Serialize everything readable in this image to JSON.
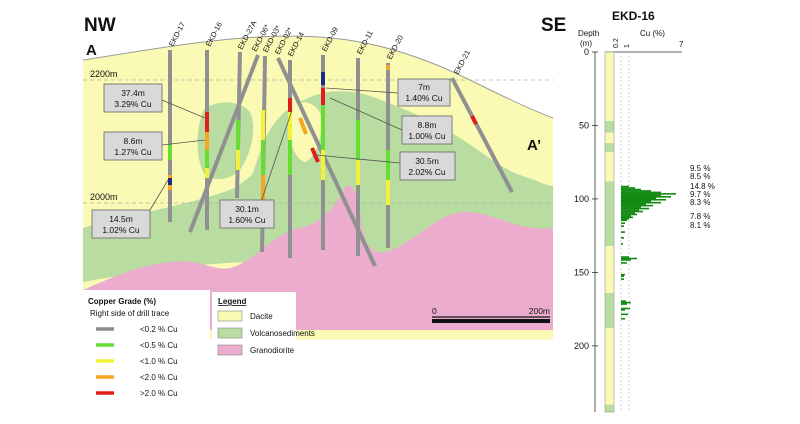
{
  "section": {
    "left_dir": "NW",
    "right_dir": "SE",
    "left_point": "A",
    "right_point": "A’",
    "elev_labels": [
      "2200m",
      "2000m"
    ],
    "holes": [
      "EKD-17",
      "EKD-16",
      "EKD-27A",
      "EKD-06*",
      "EKD-03*",
      "EKD-02*",
      "EKD-14",
      "EKD-09",
      "EKD-11",
      "EKD-20",
      "EKD-21"
    ],
    "intercepts": [
      {
        "len": "37.4m",
        "grade": "3.29% Cu"
      },
      {
        "len": "8.6m",
        "grade": "1.27% Cu"
      },
      {
        "len": "14.5m",
        "grade": "1.02% Cu"
      },
      {
        "len": "30.1m",
        "grade": "1.60% Cu"
      },
      {
        "len": "7m",
        "grade": "1.40% Cu"
      },
      {
        "len": "8.8m",
        "grade": "1.00% Cu"
      },
      {
        "len": "30.5m",
        "grade": "2.02% Cu"
      }
    ],
    "scale": {
      "start": "0",
      "end": "200m"
    }
  },
  "grade_legend": {
    "title": "Copper Grade (%)",
    "subtitle": "Right side of drill trace",
    "items": [
      {
        "label": "<0.2 % Cu",
        "color": "#8c8c8c"
      },
      {
        "label": "<0.5 % Cu",
        "color": "#66dd33"
      },
      {
        "label": "<1.0 % Cu",
        "color": "#f2f23a"
      },
      {
        "label": "<2.0 % Cu",
        "color": "#f5a623"
      },
      {
        "label": ">2.0 % Cu",
        "color": "#e01e1e"
      }
    ]
  },
  "rock_legend": {
    "title": "Legend",
    "items": [
      {
        "label": "Dacite",
        "color": "#fafab4"
      },
      {
        "label": "Volcanosediments",
        "color": "#b9dca0"
      },
      {
        "label": "Granodiorite",
        "color": "#ecaccd"
      }
    ]
  },
  "log": {
    "title": "EKD-16",
    "depth_label": "Depth",
    "depth_unit": "(m)",
    "cu_label": "Cu (%)",
    "scale_ticks": [
      "0.2",
      "1",
      "7"
    ],
    "depth_ticks": [
      0,
      50,
      100,
      150,
      200
    ],
    "depth_max": 245,
    "callouts": [
      "9.5 %",
      "8.5 %",
      "14.8 %",
      "9.7 %",
      "8.3 %",
      "7.8 %",
      "8.1 %"
    ],
    "lithology": [
      {
        "from": 0,
        "to": 47,
        "rock": "Dacite"
      },
      {
        "from": 47,
        "to": 55,
        "rock": "Volcanosediments"
      },
      {
        "from": 55,
        "to": 62,
        "rock": "Dacite"
      },
      {
        "from": 62,
        "to": 68,
        "rock": "Volcanosediments"
      },
      {
        "from": 68,
        "to": 88,
        "rock": "Dacite"
      },
      {
        "from": 88,
        "to": 132,
        "rock": "Volcanosediments"
      },
      {
        "from": 132,
        "to": 164,
        "rock": "Dacite"
      },
      {
        "from": 164,
        "to": 188,
        "rock": "Volcanosediments"
      },
      {
        "from": 188,
        "to": 240,
        "rock": "Dacite"
      },
      {
        "from": 240,
        "to": 245,
        "rock": "Volcanosediments"
      }
    ]
  }
}
